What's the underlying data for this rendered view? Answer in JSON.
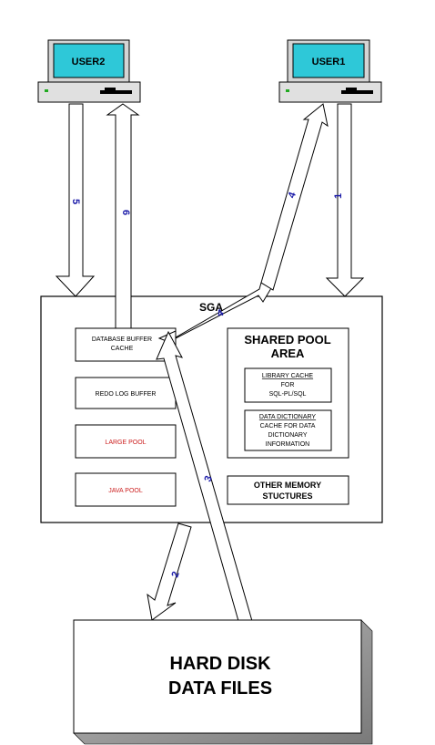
{
  "users": {
    "user2": "USER2",
    "user1": "USER1"
  },
  "sga": {
    "title": "SGA",
    "boxes": {
      "db_buffer": [
        "DATABASE BUFFER",
        "CACHE"
      ],
      "redo_log": "REDO LOG BUFFER",
      "large_pool": "LARGE POOL",
      "java_pool": "JAVA POOL",
      "other_memory": [
        "OTHER MEMORY",
        "STUCTURES"
      ]
    },
    "shared_pool": {
      "title": [
        "SHARED POOL",
        "AREA"
      ],
      "library_cache": [
        "LIBRARY CACHE",
        "FOR",
        "SQL-PL/SQL"
      ],
      "data_dictionary": [
        "DATA DICTIONARY",
        "CACHE FOR DATA",
        "DICTIONARY",
        "INFORMATION"
      ]
    }
  },
  "disk": {
    "lines": [
      "HARD DISK",
      "DATA FILES"
    ]
  },
  "arrows": {
    "a1": "1",
    "a2": "2",
    "a3": "3",
    "a4": "4",
    "a5": "5",
    "a6": "6"
  },
  "colors": {
    "arrow_number": "#1a1aa8",
    "pool_text": "#cc2020",
    "monitor_screen": "#2ec8d8",
    "shadow": "#9a9a9a"
  }
}
